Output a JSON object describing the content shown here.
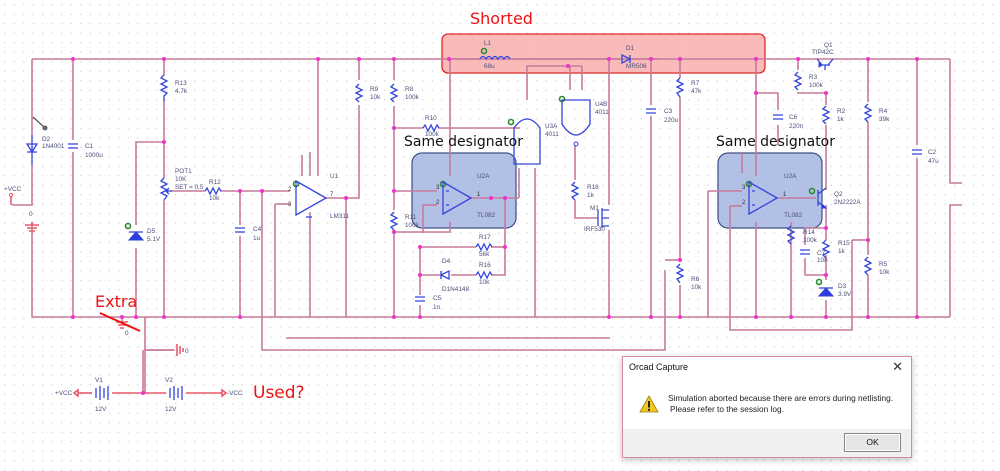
{
  "annotations": {
    "shorted": "Shorted",
    "same_designator_left": "Same designator",
    "same_designator_right": "Same designator",
    "extra": "Extra",
    "used": "Used?"
  },
  "colors": {
    "wire": "#c87a9c",
    "component": "#3344dd",
    "junction": "#ee33cc",
    "annotation_red": "#ee1111",
    "highlight_red": "#f59a9a",
    "highlight_blue": "#8fa3d8"
  },
  "components": {
    "D2": {
      "ref": "D2",
      "value": "1N4001"
    },
    "C1": {
      "ref": "C1",
      "value": "1000u"
    },
    "R13": {
      "ref": "R13",
      "value": "4.7k"
    },
    "POT1": {
      "ref": "POT1",
      "value": "10K",
      "set": "SET = 0.5"
    },
    "R12": {
      "ref": "R12",
      "value": "10k"
    },
    "D5": {
      "ref": "D5",
      "value": "5.1V"
    },
    "C4": {
      "ref": "C4",
      "value": "1u"
    },
    "U1": {
      "ref": "U1",
      "value": "LM311",
      "pin_in_neg": "2",
      "pin_in_pos": "3",
      "pin_out": "7"
    },
    "R9": {
      "ref": "R9",
      "value": "10k"
    },
    "R8": {
      "ref": "R8",
      "value": "100k"
    },
    "R10": {
      "ref": "R10",
      "value": "100k"
    },
    "R11": {
      "ref": "R11",
      "value": "100k"
    },
    "U2A_left": {
      "ref": "U2A",
      "value": "TL082",
      "pin_pos": "3",
      "pin_neg": "2",
      "pin_out": "1"
    },
    "R17": {
      "ref": "R17",
      "value": "56k"
    },
    "R16": {
      "ref": "R16",
      "value": "10k"
    },
    "D4": {
      "ref": "D4",
      "value": "D1N4148"
    },
    "C5": {
      "ref": "C5",
      "value": "1n"
    },
    "L1": {
      "ref": "L1",
      "value": "68u"
    },
    "D1": {
      "ref": "D1",
      "value": "MR506"
    },
    "U3A": {
      "ref": "U3A",
      "value": "4011"
    },
    "U4B": {
      "ref": "U4B",
      "value": "4011"
    },
    "R18": {
      "ref": "R18",
      "value": "1k"
    },
    "M1": {
      "ref": "M1",
      "value": "IRF530"
    },
    "R7": {
      "ref": "R7",
      "value": "47k"
    },
    "C3": {
      "ref": "C3",
      "value": "220u"
    },
    "R6": {
      "ref": "R6",
      "value": "10k"
    },
    "Q1": {
      "ref": "Q1",
      "value": "TIP42C"
    },
    "R3": {
      "ref": "R3",
      "value": "100k"
    },
    "C6": {
      "ref": "C6",
      "value": "220n"
    },
    "R2": {
      "ref": "R2",
      "value": "1k"
    },
    "R4": {
      "ref": "R4",
      "value": "39k"
    },
    "C2": {
      "ref": "C2",
      "value": "47u"
    },
    "U2A_right": {
      "ref": "U2A",
      "value": "TL082",
      "pin_pos": "3",
      "pin_neg": "2",
      "pin_out": "1"
    },
    "Q2": {
      "ref": "Q2",
      "value": "2N2222A"
    },
    "R14": {
      "ref": "R14",
      "value": "100k"
    },
    "C7": {
      "ref": "C7",
      "value": "10n"
    },
    "R15": {
      "ref": "R15",
      "value": "1k"
    },
    "R5": {
      "ref": "R5",
      "value": "10k"
    },
    "D3": {
      "ref": "D3",
      "value": "3.9V"
    },
    "V1": {
      "ref": "V1",
      "value": "12V"
    },
    "V2": {
      "ref": "V2",
      "value": "12V"
    }
  },
  "nets": {
    "vcc_pos": "+VCC",
    "vcc_neg": "-VCC",
    "ground": "0"
  },
  "dialog": {
    "title": "Orcad Capture",
    "message_line1": "Simulation aborted because there are errors during netlisting.",
    "message_line2": "Please refer to the session log.",
    "ok_label": "OK",
    "close_label": "✕",
    "icon": "warning-icon"
  }
}
